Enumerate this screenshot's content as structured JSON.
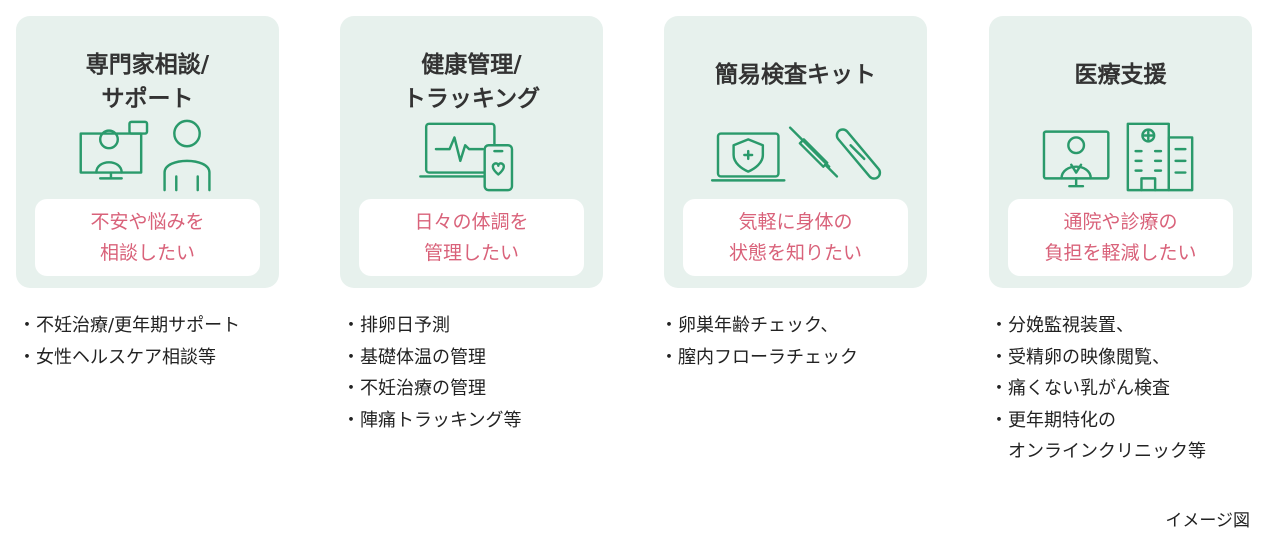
{
  "cards": [
    {
      "title": [
        "専門家相談/",
        "サポート"
      ],
      "icon": "consultation-illustration",
      "need": [
        "不安や悩みを",
        "相談したい"
      ],
      "items": [
        [
          "不妊治療/更年期サポート"
        ],
        [
          "女性ヘルスケア相談等"
        ]
      ]
    },
    {
      "title": [
        "健康管理/",
        "トラッキング"
      ],
      "icon": "health-tracking-illustration",
      "need": [
        "日々の体調を",
        "管理したい"
      ],
      "items": [
        [
          "排卵日予測"
        ],
        [
          "基礎体温の管理"
        ],
        [
          "不妊治療の管理"
        ],
        [
          "陣痛トラッキング等"
        ]
      ]
    },
    {
      "title": [
        "簡易検査キット"
      ],
      "icon": "test-kit-illustration",
      "need": [
        "気軽に身体の",
        "状態を知りたい"
      ],
      "items": [
        [
          "卵巣年齢チェック、"
        ],
        [
          "膣内フローラチェック"
        ]
      ]
    },
    {
      "title": [
        "医療支援"
      ],
      "icon": "medical-support-illustration",
      "need": [
        "通院や診療の",
        "負担を軽減したい"
      ],
      "items": [
        [
          "分娩監視装置、"
        ],
        [
          "受精卵の映像閲覧、"
        ],
        [
          "痛くない乳がん検査"
        ],
        [
          "更年期特化の",
          "オンラインクリニック等"
        ]
      ]
    }
  ],
  "bullet": "・",
  "footnote": "イメージ図",
  "colors": {
    "card_bg": "#e7f1ed",
    "icon_green": "#2a9a6b",
    "need_text": "#d9627a"
  }
}
